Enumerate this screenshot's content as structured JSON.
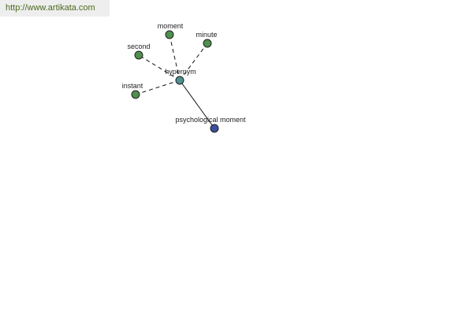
{
  "banner": {
    "url": "http://www.artikata.com"
  },
  "graph": {
    "center": {
      "label": "hypernym",
      "color": "#4f8f8f"
    },
    "nodes": [
      {
        "key": "moment",
        "label": "moment",
        "color": "#4f8f4f",
        "edge": "dashed"
      },
      {
        "key": "minute",
        "label": "minute",
        "color": "#4f8f4f",
        "edge": "dashed"
      },
      {
        "key": "second",
        "label": "second",
        "color": "#4f8f4f",
        "edge": "dashed"
      },
      {
        "key": "instant",
        "label": "instant",
        "color": "#4f8f4f",
        "edge": "dashed"
      },
      {
        "key": "psychological-moment",
        "label": "psychological moment",
        "color": "#3b4f9f",
        "edge": "solid"
      }
    ]
  }
}
